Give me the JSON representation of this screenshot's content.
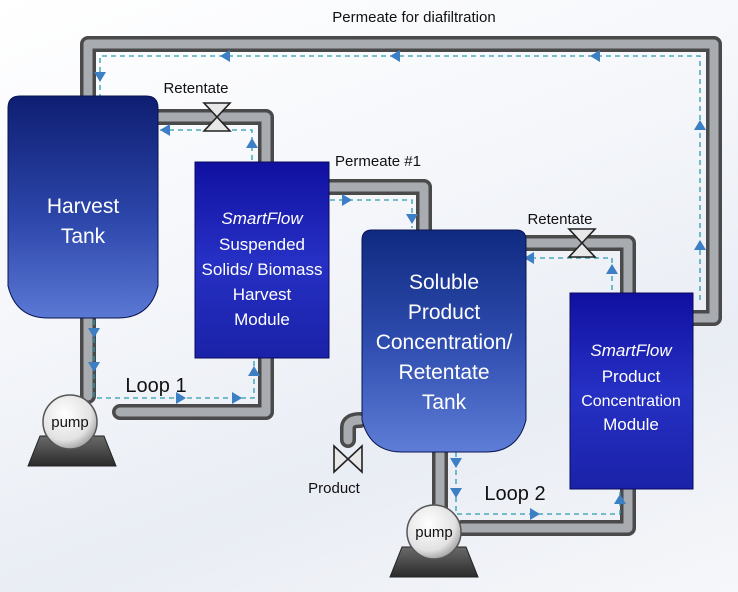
{
  "labels": {
    "permeate_diafiltration": "Permeate for diafiltration",
    "retentate_1": "Retentate",
    "retentate_2": "Retentate",
    "permeate_1": "Permeate #1",
    "loop_1": "Loop 1",
    "loop_2": "Loop 2",
    "product": "Product"
  },
  "harvest_tank": {
    "line1": "Harvest",
    "line2": "Tank"
  },
  "module_1": {
    "brand": "SmartFlow",
    "line1": "Suspended",
    "line2": "Solids/ Biomass",
    "line3": "Harvest",
    "line4": "Module"
  },
  "retentate_tank": {
    "line1": "Soluble",
    "line2": "Product",
    "line3": "Concentration/",
    "line4": "Retentate",
    "line5": "Tank"
  },
  "module_2": {
    "brand": "SmartFlow",
    "line1": "Product",
    "line2": "Concentration",
    "line3": "Module"
  },
  "pumps": {
    "pump_1": "pump",
    "pump_2": "pump"
  },
  "colors": {
    "pipe_outer": "#4a4a4a",
    "pipe_inner": "#a8abb0",
    "flow_line": "#2a9bb0",
    "vessel_dark": "#0d1d6e",
    "vessel_light": "#4a66c8",
    "module_blue": "#1a22b8"
  }
}
